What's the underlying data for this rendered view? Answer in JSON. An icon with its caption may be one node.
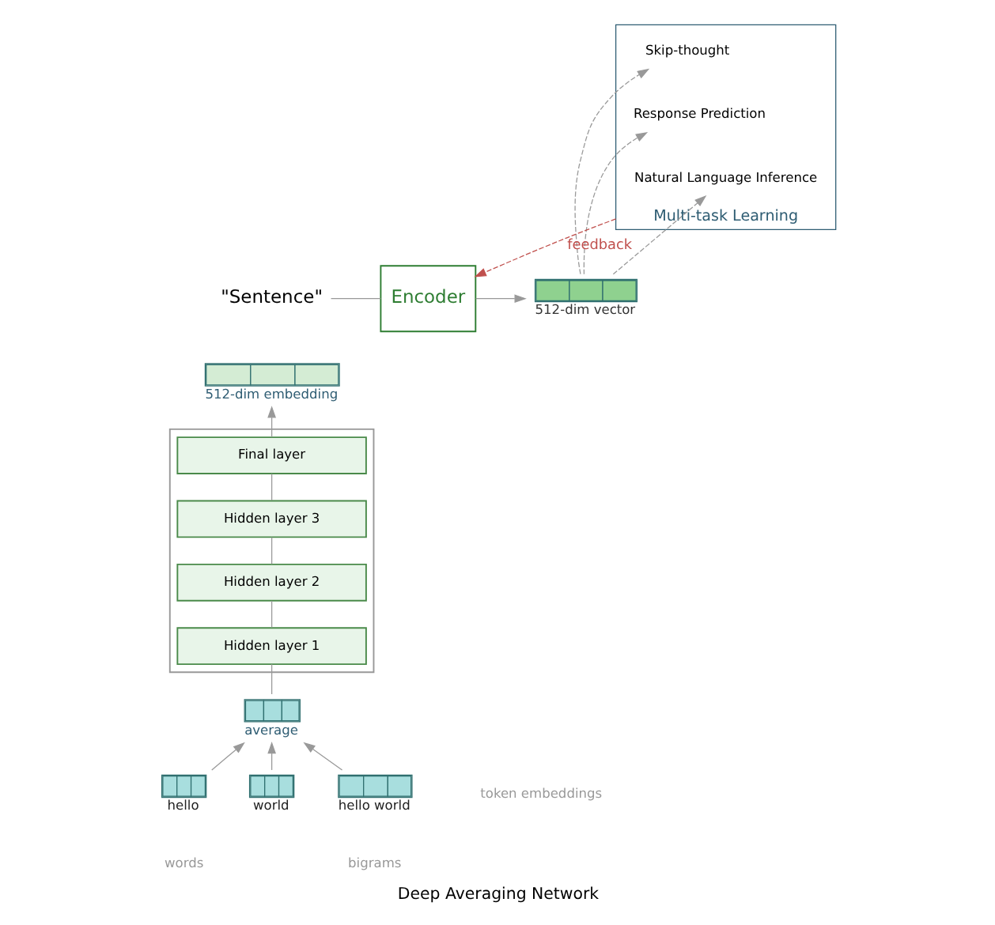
{
  "diagram": {
    "caption": "Deep Averaging Network",
    "nodes": [
      {
        "text": [
          "\"Sentence\""
        ]
      },
      {
        "text": [
          "Encoder"
        ]
      },
      {
        "text": [],
        "shape": "box",
        "beside": [
          "512-dim vector"
        ]
      },
      {
        "text": [
          "Multi-task Learning"
        ]
      },
      {
        "text": [
          "Skip-thought"
        ],
        "in": 3
      },
      {
        "text": [
          "Response Prediction"
        ],
        "in": 3
      },
      {
        "text": [
          "Natural Language Inference"
        ],
        "in": 3
      },
      {
        "text": [],
        "shape": "box"
      },
      {
        "text": [
          "Final layer"
        ],
        "in": 7
      },
      {
        "text": [
          "Hidden layer 3"
        ],
        "in": 7
      },
      {
        "text": [
          "Hidden layer 2"
        ],
        "in": 7
      },
      {
        "text": [
          "Hidden layer 1"
        ],
        "in": 7
      },
      {
        "text": [],
        "shape": "box",
        "beside": [
          "512-dim embedding"
        ]
      },
      {
        "text": [],
        "shape": "box",
        "beside": [
          "average"
        ]
      },
      {
        "text": [],
        "shape": "box",
        "beside": [
          "hello"
        ]
      },
      {
        "text": [],
        "shape": "box",
        "beside": [
          "world"
        ]
      },
      {
        "text": [],
        "shape": "box",
        "beside": [
          "hello world"
        ]
      }
    ],
    "edges": [
      {
        "from": 0,
        "to": 1,
        "arrow": "none"
      },
      {
        "from": 1,
        "to": 2,
        "arrow": "to"
      },
      {
        "from": 2,
        "to": 4,
        "arrow": "to",
        "style": "dashed"
      },
      {
        "from": 2,
        "to": 5,
        "arrow": "to",
        "style": "dashed"
      },
      {
        "from": 2,
        "to": 6,
        "arrow": "to",
        "style": "dashed"
      },
      {
        "from": 3,
        "to": 1,
        "label": "feedback",
        "arrow": "to",
        "style": "dashed",
        "color": "#c0504d"
      },
      {
        "from": 8,
        "to": 12,
        "arrow": "to"
      },
      {
        "from": 9,
        "to": 8,
        "arrow": "none"
      },
      {
        "from": 10,
        "to": 9,
        "arrow": "none"
      },
      {
        "from": 11,
        "to": 10,
        "arrow": "none"
      },
      {
        "from": 13,
        "to": 11,
        "arrow": "none"
      },
      {
        "from": 14,
        "to": 13,
        "arrow": "to"
      },
      {
        "from": 15,
        "to": 13,
        "arrow": "to"
      },
      {
        "from": 16,
        "to": 13,
        "arrow": "to"
      }
    ],
    "labels": [
      "token embeddings",
      "words",
      "bigrams"
    ]
  }
}
